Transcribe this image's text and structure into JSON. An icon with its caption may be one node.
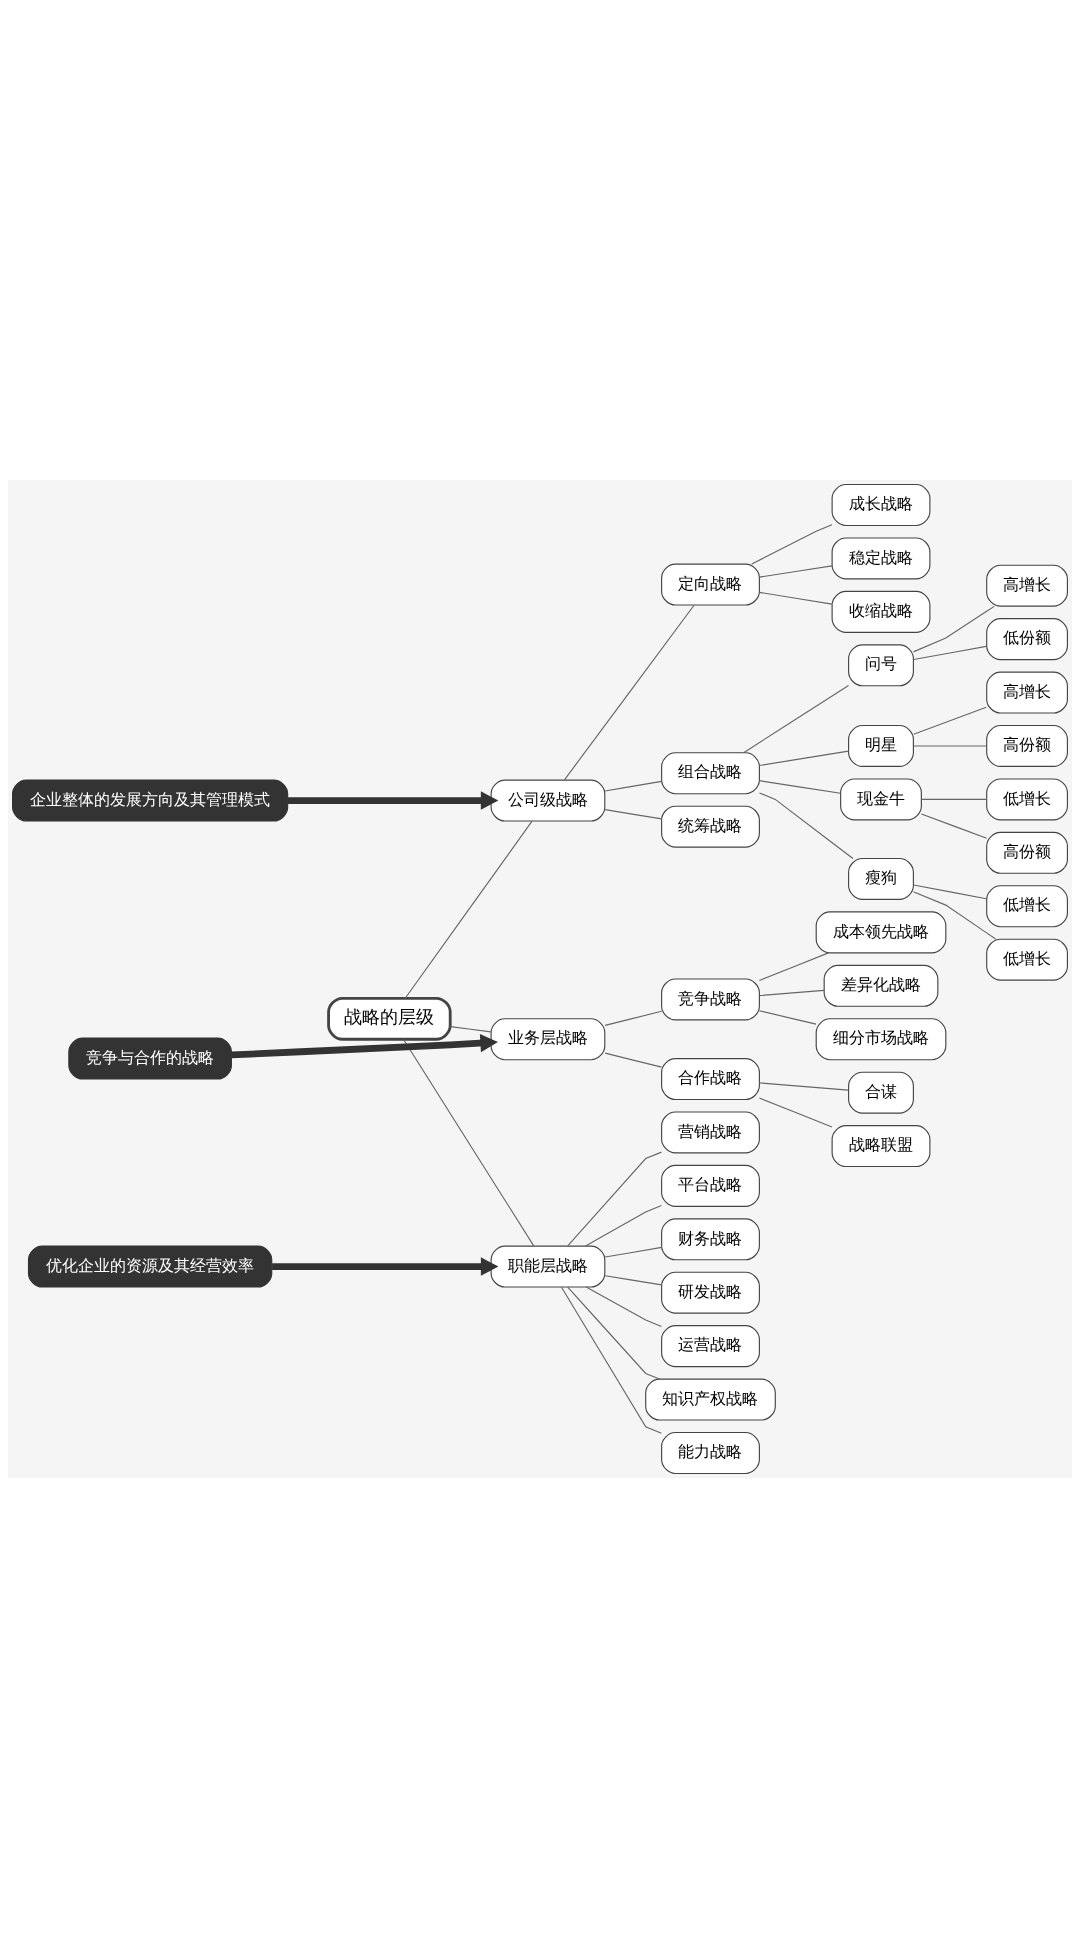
{
  "diagram": {
    "nodes": [
      {
        "text": [
          "战略的层级"
        ]
      },
      {
        "text": [
          "公司级战略"
        ]
      },
      {
        "text": [
          "企业整体的发展方向及其管理模式"
        ]
      },
      {
        "text": [
          "定向战略"
        ]
      },
      {
        "text": [
          "成长战略"
        ]
      },
      {
        "text": [
          "稳定战略"
        ]
      },
      {
        "text": [
          "收缩战略"
        ]
      },
      {
        "text": [
          "组合战略"
        ]
      },
      {
        "text": [
          "问号"
        ]
      },
      {
        "text": [
          "高增长"
        ]
      },
      {
        "text": [
          "低份额"
        ]
      },
      {
        "text": [
          "明星"
        ]
      },
      {
        "text": [
          "高增长"
        ]
      },
      {
        "text": [
          "高份额"
        ]
      },
      {
        "text": [
          "现金牛"
        ]
      },
      {
        "text": [
          "低增长"
        ]
      },
      {
        "text": [
          "高份额"
        ]
      },
      {
        "text": [
          "瘦狗"
        ]
      },
      {
        "text": [
          "低增长"
        ]
      },
      {
        "text": [
          "低增长"
        ]
      },
      {
        "text": [
          "统筹战略"
        ]
      },
      {
        "text": [
          "业务层战略"
        ]
      },
      {
        "text": [
          "竞争与合作的战略"
        ]
      },
      {
        "text": [
          "竞争战略"
        ]
      },
      {
        "text": [
          "成本领先战略"
        ]
      },
      {
        "text": [
          "差异化战略"
        ]
      },
      {
        "text": [
          "细分市场战略"
        ]
      },
      {
        "text": [
          "合作战略"
        ]
      },
      {
        "text": [
          "合谋"
        ]
      },
      {
        "text": [
          "战略联盟"
        ]
      },
      {
        "text": [
          "职能层战略"
        ]
      },
      {
        "text": [
          "优化企业的资源及其经营效率"
        ]
      },
      {
        "text": [
          "营销战略"
        ]
      },
      {
        "text": [
          "平台战略"
        ]
      },
      {
        "text": [
          "财务战略"
        ]
      },
      {
        "text": [
          "研发战略"
        ]
      },
      {
        "text": [
          "运营战略"
        ]
      },
      {
        "text": [
          "知识产权战略"
        ]
      },
      {
        "text": [
          "能力战略"
        ]
      }
    ],
    "edges": [
      {
        "from": 0,
        "to": 1,
        "arrow": "none"
      },
      {
        "from": 2,
        "to": 1,
        "arrow": "to",
        "style": "thick",
        "color": "#333333"
      },
      {
        "from": 1,
        "to": 3,
        "arrow": "none"
      },
      {
        "from": 3,
        "to": 4,
        "arrow": "none"
      },
      {
        "from": 3,
        "to": 5,
        "arrow": "none"
      },
      {
        "from": 3,
        "to": 6,
        "arrow": "none"
      },
      {
        "from": 1,
        "to": 7,
        "arrow": "none"
      },
      {
        "from": 7,
        "to": 8,
        "arrow": "none"
      },
      {
        "from": 8,
        "to": 9,
        "arrow": "none"
      },
      {
        "from": 8,
        "to": 10,
        "arrow": "none"
      },
      {
        "from": 7,
        "to": 11,
        "arrow": "none"
      },
      {
        "from": 11,
        "to": 12,
        "arrow": "none"
      },
      {
        "from": 11,
        "to": 13,
        "arrow": "none"
      },
      {
        "from": 7,
        "to": 14,
        "arrow": "none"
      },
      {
        "from": 14,
        "to": 15,
        "arrow": "none"
      },
      {
        "from": 14,
        "to": 16,
        "arrow": "none"
      },
      {
        "from": 7,
        "to": 17,
        "arrow": "none"
      },
      {
        "from": 17,
        "to": 18,
        "arrow": "none"
      },
      {
        "from": 17,
        "to": 19,
        "arrow": "none"
      },
      {
        "from": 1,
        "to": 20,
        "arrow": "none"
      },
      {
        "from": 0,
        "to": 21,
        "arrow": "none"
      },
      {
        "from": 22,
        "to": 21,
        "arrow": "to",
        "style": "thick",
        "color": "#333333"
      },
      {
        "from": 21,
        "to": 23,
        "arrow": "none"
      },
      {
        "from": 23,
        "to": 24,
        "arrow": "none"
      },
      {
        "from": 23,
        "to": 25,
        "arrow": "none"
      },
      {
        "from": 23,
        "to": 26,
        "arrow": "none"
      },
      {
        "from": 21,
        "to": 27,
        "arrow": "none"
      },
      {
        "from": 27,
        "to": 28,
        "arrow": "none"
      },
      {
        "from": 27,
        "to": 29,
        "arrow": "none"
      },
      {
        "from": 0,
        "to": 30,
        "arrow": "none"
      },
      {
        "from": 31,
        "to": 30,
        "arrow": "to",
        "style": "thick",
        "color": "#333333"
      },
      {
        "from": 30,
        "to": 32,
        "arrow": "none"
      },
      {
        "from": 30,
        "to": 33,
        "arrow": "none"
      },
      {
        "from": 30,
        "to": 34,
        "arrow": "none"
      },
      {
        "from": 30,
        "to": 35,
        "arrow": "none"
      },
      {
        "from": 30,
        "to": 36,
        "arrow": "none"
      },
      {
        "from": 30,
        "to": 37,
        "arrow": "none"
      },
      {
        "from": 30,
        "to": 38,
        "arrow": "none"
      }
    ]
  }
}
